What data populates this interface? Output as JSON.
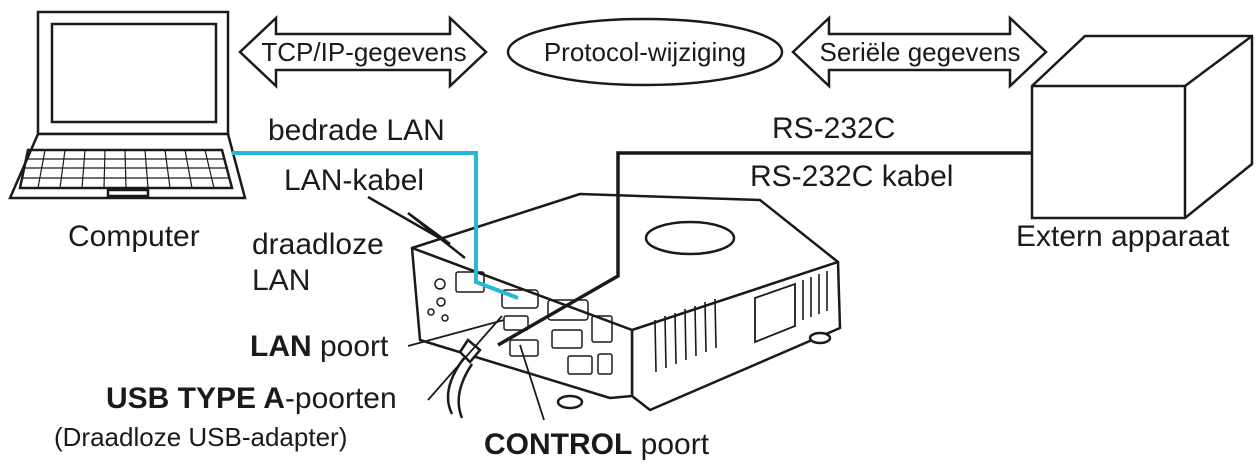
{
  "arrows": {
    "tcp_ip": "TCP/IP-gegevens",
    "protocol": "Protocol-wijziging",
    "serial": "Seriële gegevens"
  },
  "labels": {
    "wired_lan": "bedrade LAN",
    "lan_cable": "LAN-kabel",
    "computer": "Computer",
    "wireless_lan_1": "draadloze",
    "wireless_lan_2": "LAN",
    "rs232c": "RS-232C",
    "rs232c_cable": "RS-232C kabel",
    "external_device": "Extern apparaat",
    "lan_port_bold": "LAN",
    "lan_port_rest": " poort",
    "usb_bold": "USB TYPE A",
    "usb_rest": "-poorten",
    "usb_adapter": "(Draadloze USB-adapter)",
    "control_bold": "CONTROL",
    "control_rest": " poort"
  },
  "colors": {
    "lan_cable": "#29b6d8",
    "lines": "#1a1a1a"
  }
}
